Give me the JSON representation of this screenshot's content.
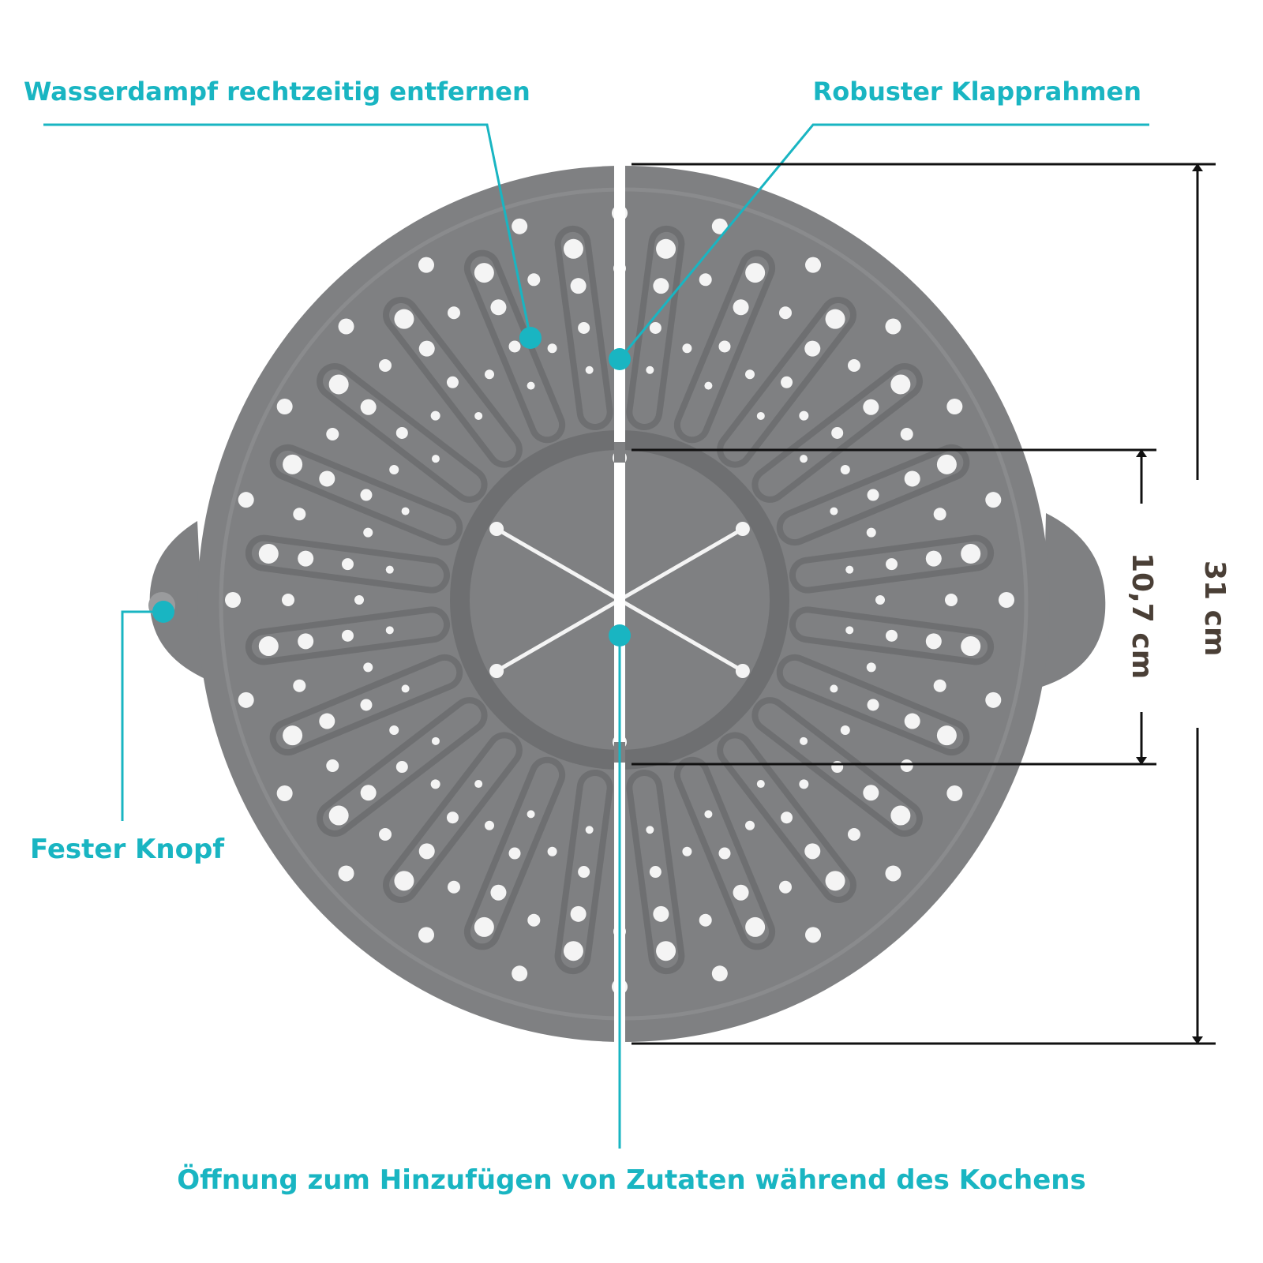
{
  "labels": {
    "steam": "Wasserdampf rechtzeitig entfernen",
    "frame": "Robuster Klapprahmen",
    "knob": "Fester Knopf",
    "opening": "Öffnung zum Hinzufügen von Zutaten während des Kochens"
  },
  "dimensions": {
    "inner": "10,7 cm",
    "outer": "31 cm"
  },
  "colors": {
    "accent": "#19b5c2",
    "lid": "#7f8082",
    "lid_dark": "#6e6f71",
    "lid_rim": "#8a8b8d",
    "holes": "#f4f4f4",
    "dimension_text": "#4a3f36",
    "lines": "#111111"
  }
}
